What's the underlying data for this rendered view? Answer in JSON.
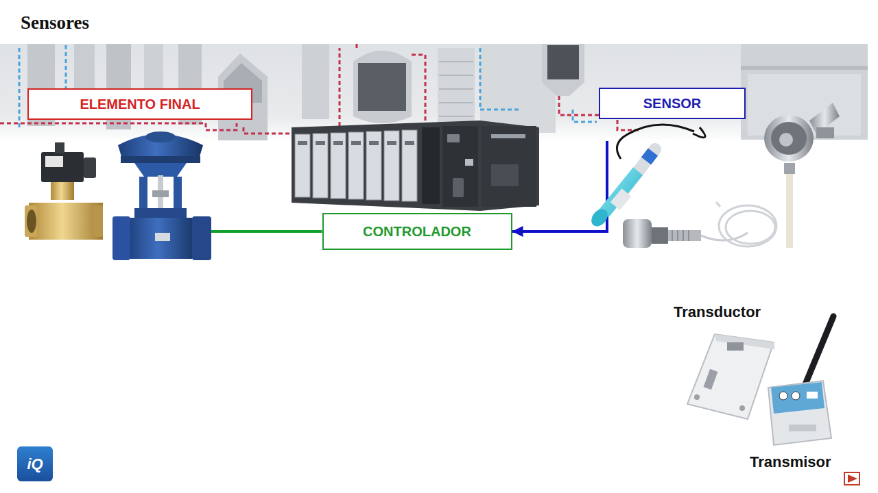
{
  "diagram": {
    "title": "Sensores",
    "nodes": [
      {
        "text": [
          "ELEMENTO FINAL"
        ]
      },
      {
        "text": [
          "SENSOR"
        ]
      },
      {
        "text": [
          "CONTROLADOR"
        ]
      }
    ],
    "edges": [
      {
        "from": 1,
        "to": 2,
        "arrow": "to"
      },
      {
        "from": 2,
        "to": 0,
        "arrow": "to"
      }
    ],
    "labels": [
      "Transductor",
      "Transmisor",
      "iQ"
    ]
  }
}
